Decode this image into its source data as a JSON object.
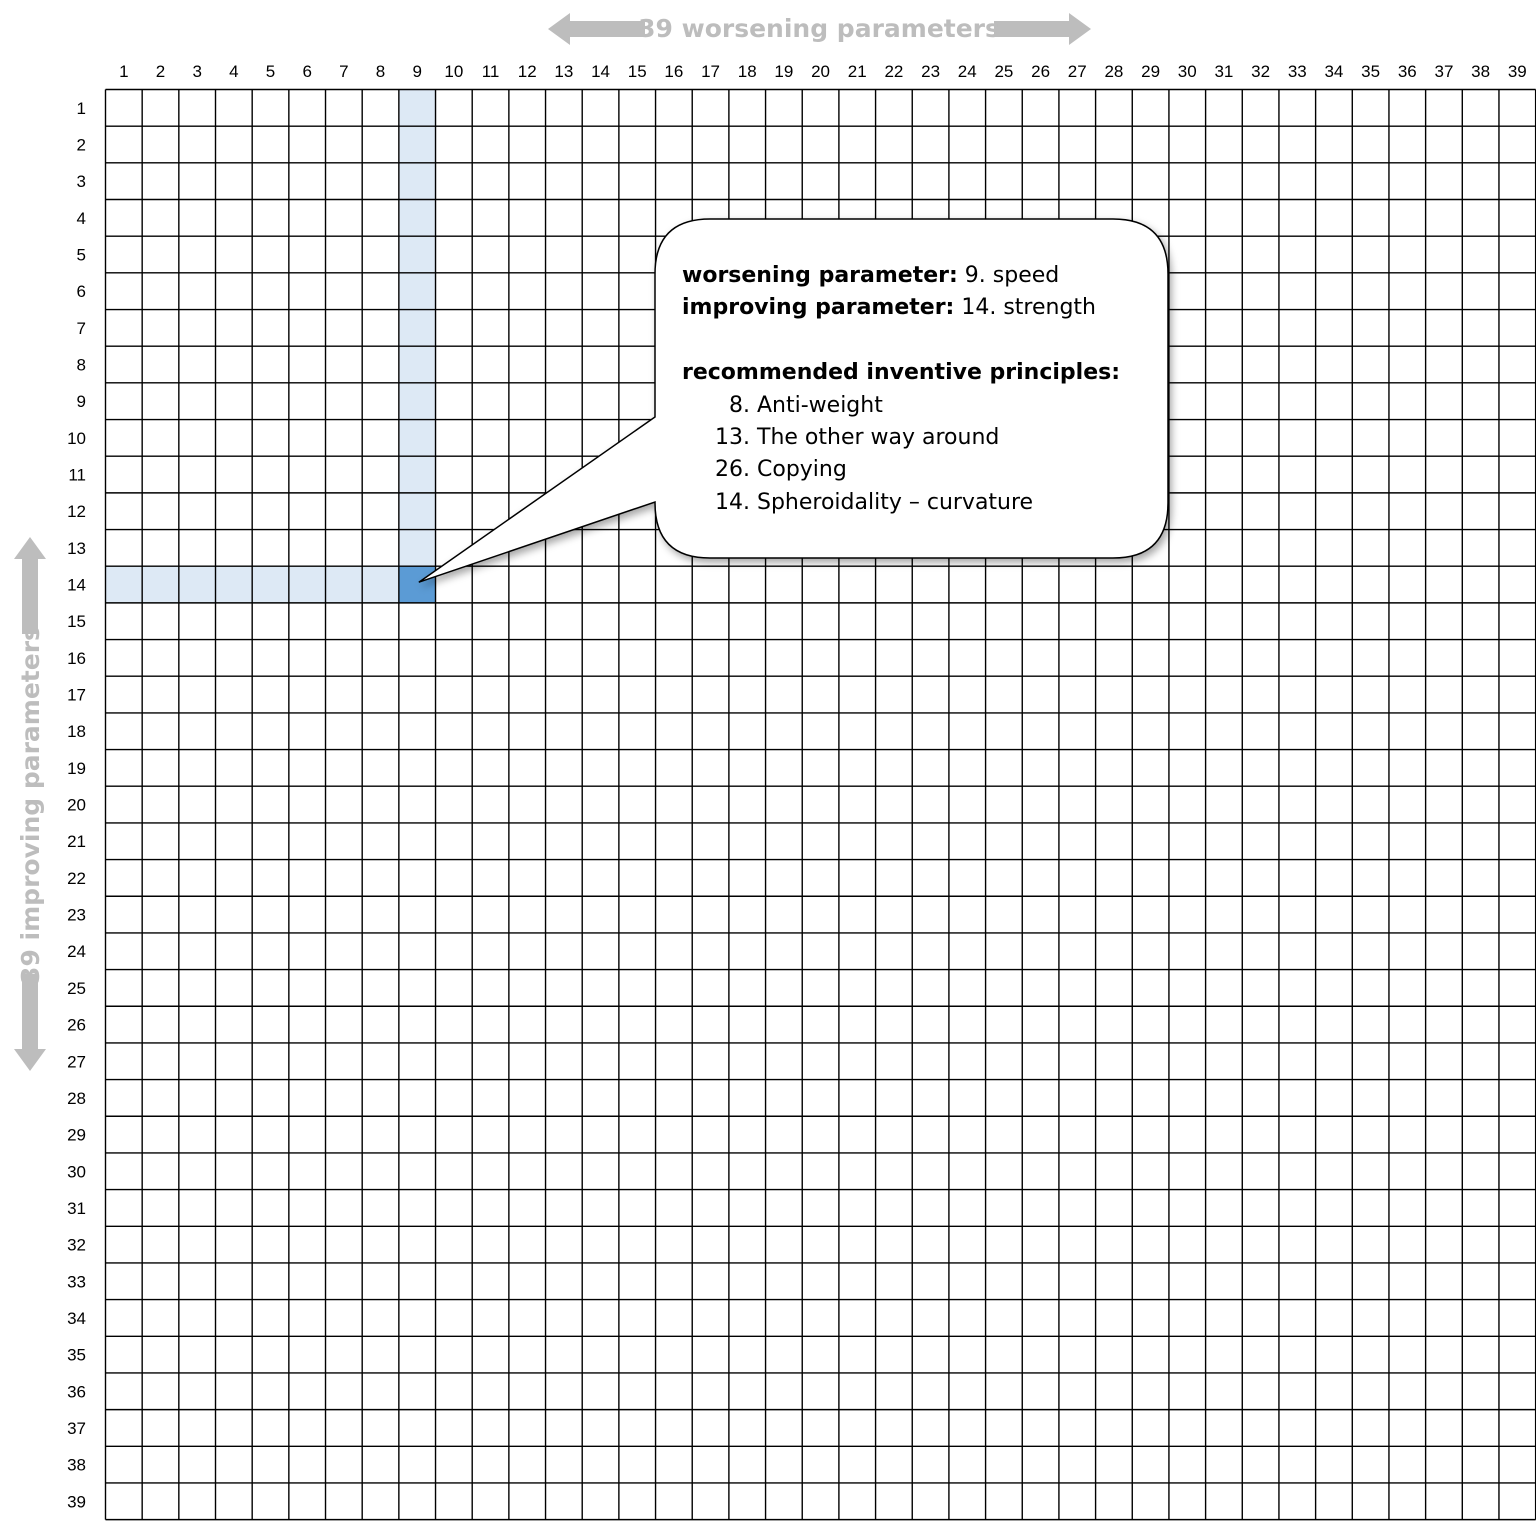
{
  "matrix": {
    "size": 39,
    "highlight_col": 9,
    "highlight_row": 14,
    "band_color": "#dde9f5",
    "cell_color": "#5b9bd5",
    "grid_color": "#000000",
    "axis_color": "#bdbdbd"
  },
  "axes": {
    "top_title": "39 worsening parameters",
    "left_title": "39 improving parameters",
    "column_labels": [
      "1",
      "2",
      "3",
      "4",
      "5",
      "6",
      "7",
      "8",
      "9",
      "10",
      "11",
      "12",
      "13",
      "14",
      "15",
      "16",
      "17",
      "18",
      "19",
      "20",
      "21",
      "22",
      "23",
      "24",
      "25",
      "26",
      "27",
      "28",
      "29",
      "30",
      "31",
      "32",
      "33",
      "34",
      "35",
      "36",
      "37",
      "38",
      "39"
    ],
    "row_labels": [
      "1",
      "2",
      "3",
      "4",
      "5",
      "6",
      "7",
      "8",
      "9",
      "10",
      "11",
      "12",
      "13",
      "14",
      "15",
      "16",
      "17",
      "18",
      "19",
      "20",
      "21",
      "22",
      "23",
      "24",
      "25",
      "26",
      "27",
      "28",
      "29",
      "30",
      "31",
      "32",
      "33",
      "34",
      "35",
      "36",
      "37",
      "38",
      "39"
    ]
  },
  "callout": {
    "worsening_label": "worsening parameter:",
    "worsening_value": "9. speed",
    "improving_label": "improving parameter:",
    "improving_value": "14. strength",
    "principles_label": "recommended inventive principles:",
    "principles": [
      {
        "num": "8.",
        "name": "Anti-weight"
      },
      {
        "num": "13.",
        "name": "The other way around"
      },
      {
        "num": "26.",
        "name": "Copying"
      },
      {
        "num": "14.",
        "name": "Spheroidality – curvature"
      }
    ]
  }
}
